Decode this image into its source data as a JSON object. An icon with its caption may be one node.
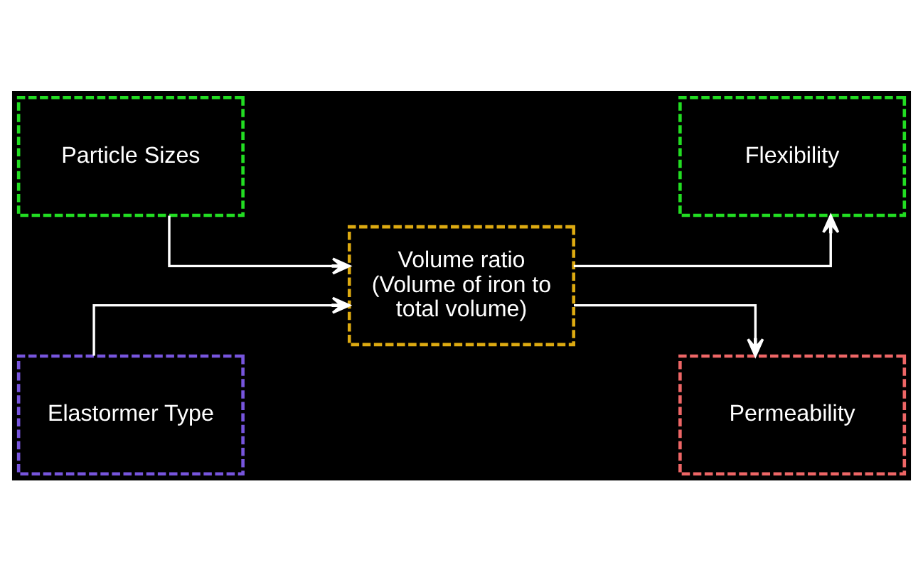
{
  "diagram": {
    "nodes": [
      {
        "text": [
          "Particle Sizes"
        ]
      },
      {
        "text": [
          "Elastormer Type"
        ]
      },
      {
        "text": [
          "Volume ratio (Volume of iron to total volume)"
        ]
      },
      {
        "text": [
          "Flexibility"
        ]
      },
      {
        "text": [
          "Permeability"
        ]
      }
    ],
    "edges": [
      {
        "from": 0,
        "to": 2,
        "arrow": "to"
      },
      {
        "from": 1,
        "to": 2,
        "arrow": "to"
      },
      {
        "from": 2,
        "to": 3,
        "arrow": "to"
      },
      {
        "from": 2,
        "to": 4,
        "arrow": "to"
      }
    ]
  }
}
